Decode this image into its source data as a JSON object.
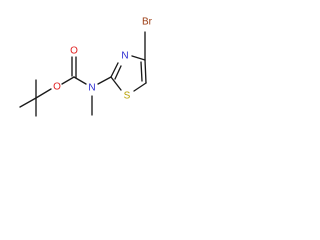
{
  "structure": {
    "atoms": {
      "oxygen_carbonyl": "O",
      "oxygen_ester": "O",
      "nitrogen_carbamate": "N",
      "nitrogen_ring": "N",
      "sulfur": "S",
      "bromine": "Br"
    },
    "colors": {
      "bond": "#1a1a1a",
      "oxygen": "#e02020",
      "nitrogen": "#2a2ad0",
      "sulfur": "#b8a000",
      "bromine": "#9a3a10"
    }
  }
}
